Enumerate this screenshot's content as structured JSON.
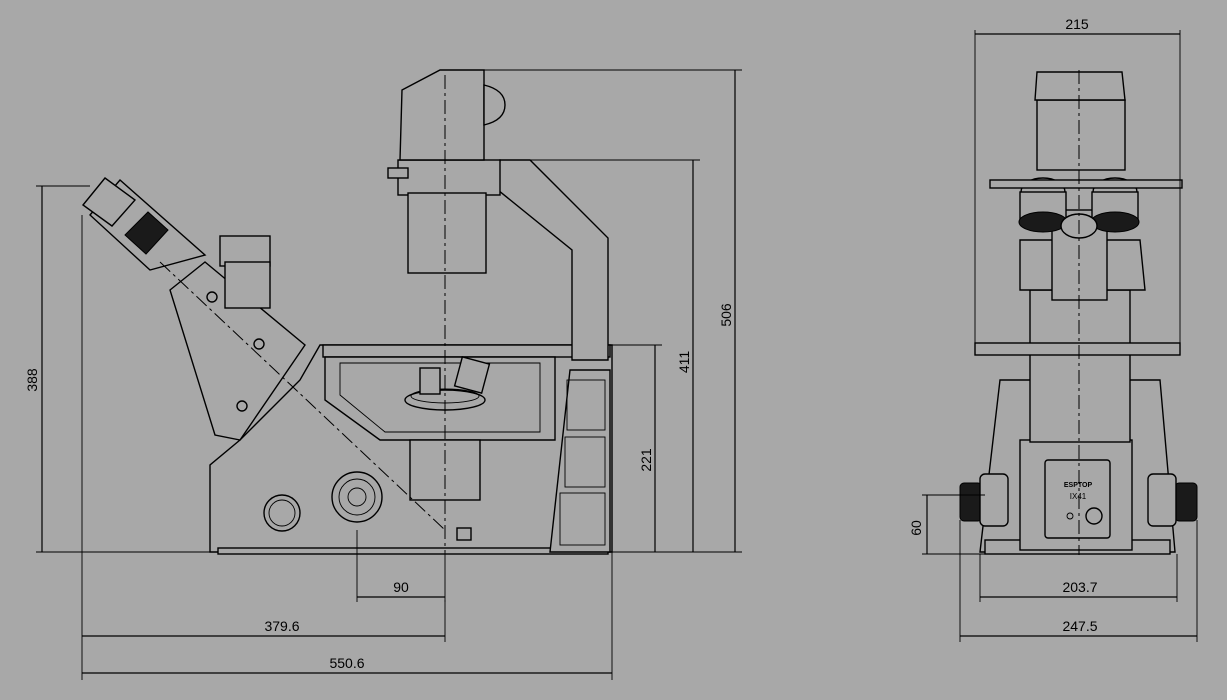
{
  "dimensions": {
    "side_width_total": "550.6",
    "side_width_mid": "379.6",
    "side_width_small": "90",
    "side_height_388": "388",
    "side_height_411": "411",
    "side_height_506": "506",
    "side_height_221": "221",
    "front_width_top": "215",
    "front_width_mid": "203.7",
    "front_width_bottom": "247.5",
    "front_height_60": "60"
  },
  "labels": {
    "brand": "ESPTOP",
    "model": "IX41"
  },
  "colors": {
    "background": "#a8a8a8",
    "line": "#000000"
  }
}
